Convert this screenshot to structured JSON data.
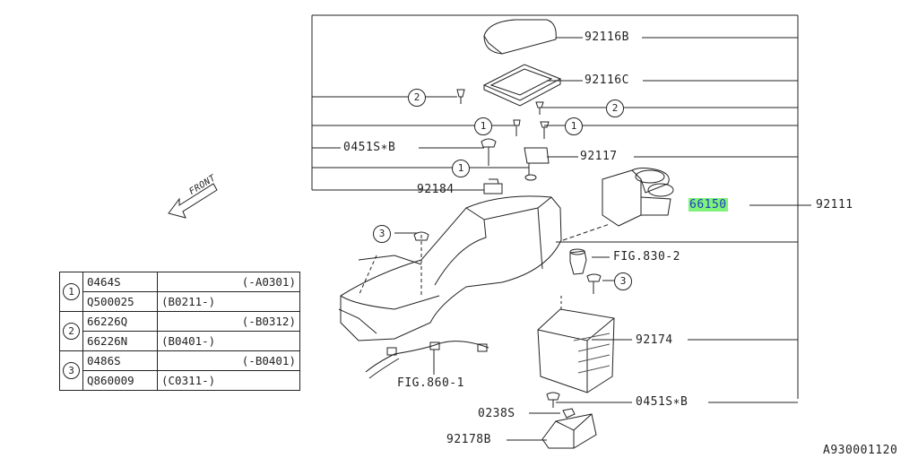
{
  "labels": {
    "p92116B": "92116B",
    "p92116C": "92116C",
    "p92117": "92117",
    "p0451SB_top": "0451S∗B",
    "p92184": "92184",
    "p66150": "66150",
    "p92111": "92111",
    "fig830": "FIG.830-2",
    "p92174": "92174",
    "fig860": "FIG.860-1",
    "p0451SB_bottom": "0451S∗B",
    "p0238S": "0238S",
    "p92178B": "92178B",
    "front": "FRONT",
    "catalog_id": "A930001120"
  },
  "callouts": {
    "c1": "1",
    "c2": "2",
    "c3": "3"
  },
  "legend": {
    "groups": [
      {
        "num": "1",
        "rows": [
          {
            "code": "0464S",
            "range_left": "",
            "range_right": "(-A0301)"
          },
          {
            "code": "Q500025",
            "range_left": "(B0211-)",
            "range_right": ""
          }
        ]
      },
      {
        "num": "2",
        "rows": [
          {
            "code": "66226Q",
            "range_left": "",
            "range_right": "(-B0312)"
          },
          {
            "code": "66226N",
            "range_left": "(B0401-)",
            "range_right": ""
          }
        ]
      },
      {
        "num": "3",
        "rows": [
          {
            "code": "0486S",
            "range_left": "",
            "range_right": "(-B0401)"
          },
          {
            "code": "Q860009",
            "range_left": "(C0311-)",
            "range_right": ""
          }
        ]
      }
    ]
  },
  "colors": {
    "line": "#222222",
    "highlight_bg": "#7ff27a",
    "highlight_text": "#1b3fc2"
  }
}
